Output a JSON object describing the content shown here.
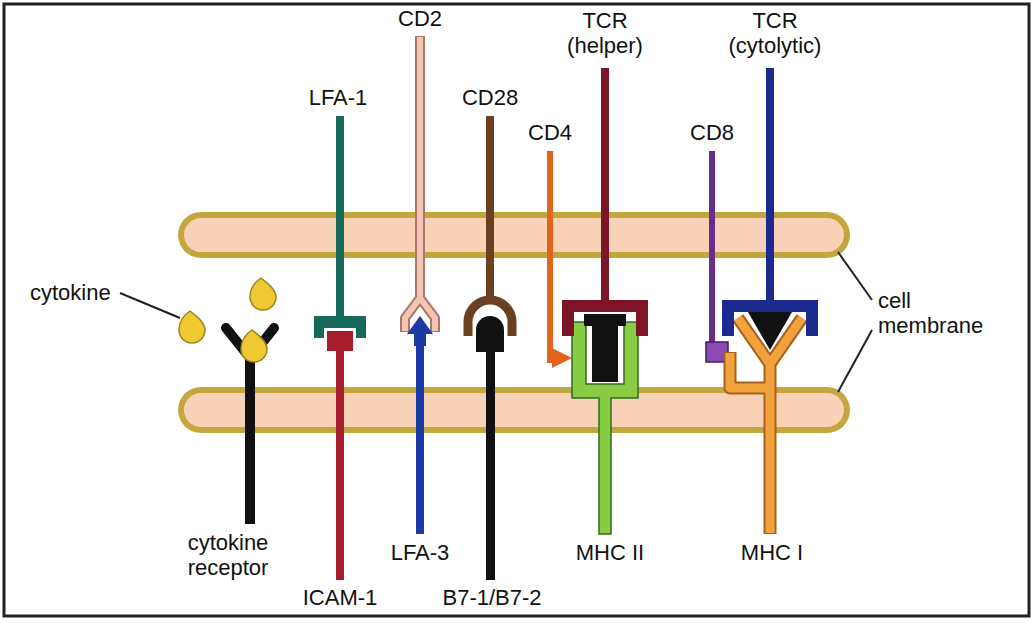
{
  "diagram": {
    "labels": [
      "cytokine",
      "LFA-1",
      "CD2",
      "CD28",
      "TCR (helper)",
      "CD4",
      "CD8",
      "TCR (cytolytic)",
      "cell membrane",
      "cytokine receptor",
      "ICAM-1",
      "LFA-3",
      "B7-1/B7-2",
      "MHC II",
      "MHC I"
    ]
  }
}
